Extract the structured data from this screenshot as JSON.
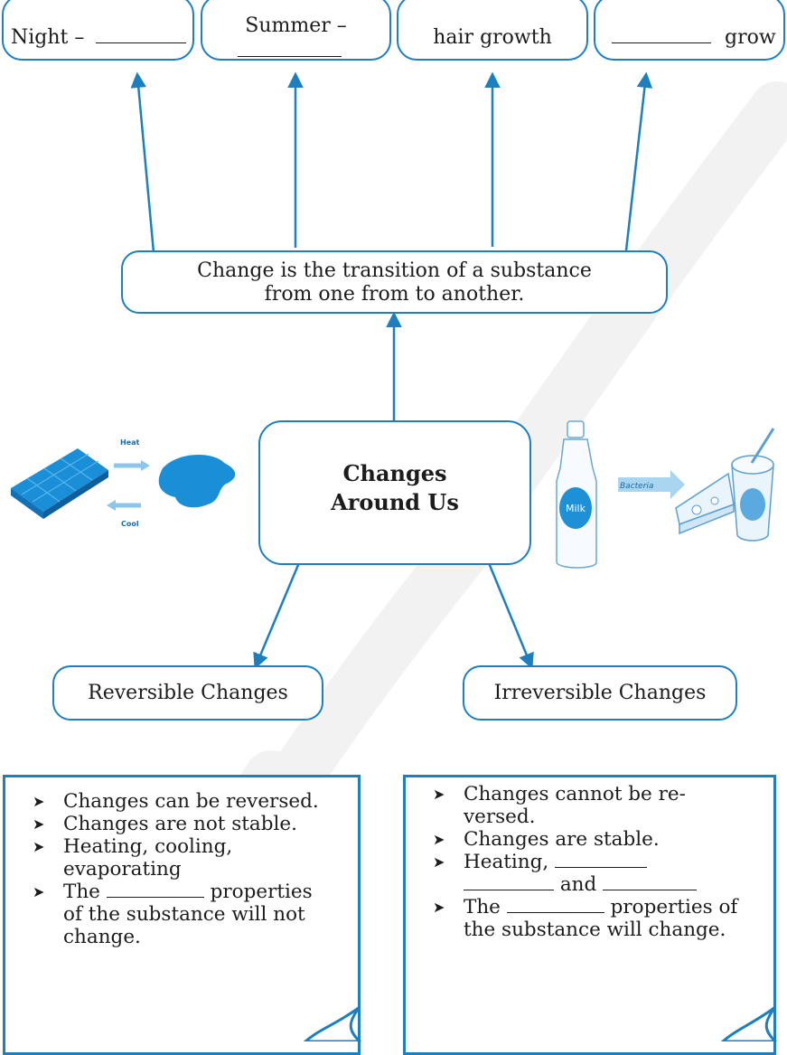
{
  "colors": {
    "accent": "#1b7fc0",
    "illustration": "#1e90d6",
    "watermark": "#f2f2f2"
  },
  "top_boxes": {
    "night": {
      "text": "Night –"
    },
    "summer": {
      "text": "Summer –"
    },
    "hair": {
      "text": "hair growth"
    },
    "grow": {
      "text": "grow"
    }
  },
  "definition": {
    "line1": "Change is the transition of a substance",
    "line2": "from one from to another."
  },
  "central": {
    "line1": "Changes",
    "line2": "Around Us"
  },
  "illustrations": {
    "left": {
      "heat_label": "Heat",
      "cool_label": "Cool"
    },
    "right": {
      "bacteria_label": "Bacteria",
      "milk_label": "Milk"
    }
  },
  "categories": {
    "reversible": "Reversible Changes",
    "irreversible": "Irreversible Changes"
  },
  "reversible_list": {
    "item1": "Changes can be reversed.",
    "item2": "Changes are not stable.",
    "item3_line1": "Heating, cooling,",
    "item3_line2": "evaporating",
    "item4_pre": "The",
    "item4_post": "properties",
    "item4_line2": "of the substance will not",
    "item4_line3": "change."
  },
  "irreversible_list": {
    "item1_line1": "Changes cannot be re-",
    "item1_line2": "versed.",
    "item2": "Changes are stable.",
    "item3_pre": "Heating,",
    "item3_mid": "and",
    "item4_pre": "The",
    "item4_post": "properties of",
    "item4_line2": "the substance will change."
  },
  "bullet_icon": "arrowhead-bullet-icon"
}
